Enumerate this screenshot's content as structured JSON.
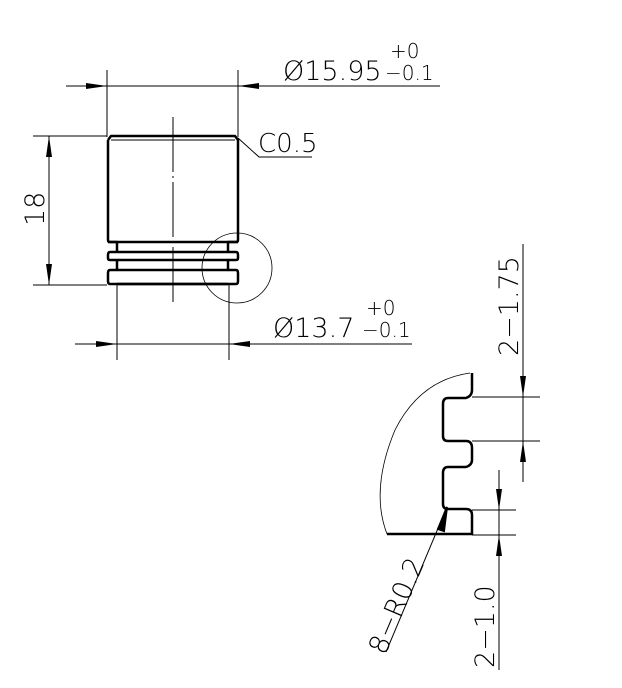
{
  "drawing": {
    "type": "mechanical-part-drawing",
    "colors": {
      "line": "#000000",
      "background": "#ffffff"
    },
    "dimensions": {
      "top_diameter": {
        "value": "Ø15.95",
        "tol_upper": "+0",
        "tol_lower": "−0.1"
      },
      "chamfer": {
        "value": "C0.5"
      },
      "height": {
        "value": "18"
      },
      "bottom_diameter": {
        "value": "Ø13.7",
        "tol_upper": "+0",
        "tol_lower": "−0.1"
      },
      "groove_width": {
        "value": "2−1.75"
      },
      "ring_width": {
        "value": "2−1.0"
      },
      "fillet": {
        "value": "8−R0.2"
      }
    }
  }
}
